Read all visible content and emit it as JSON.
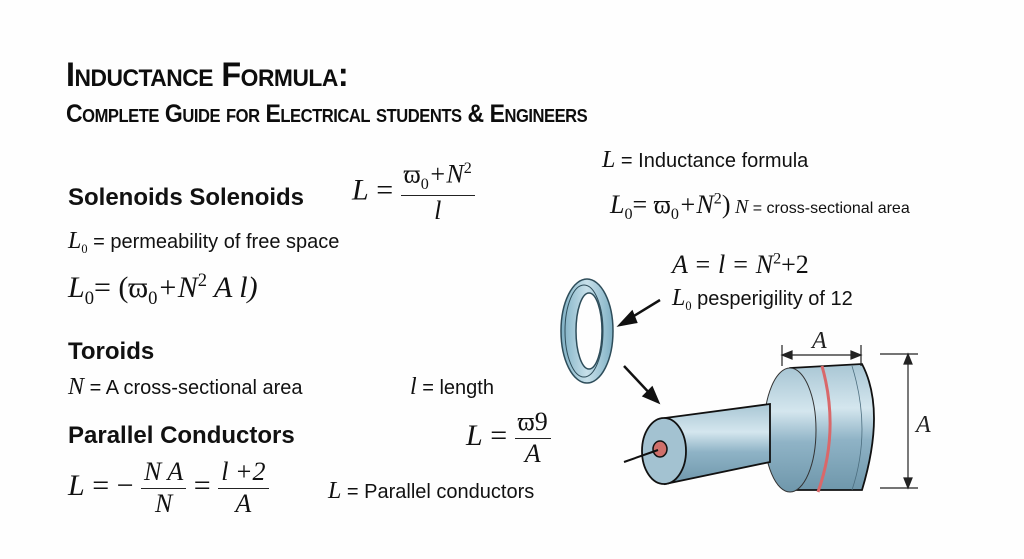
{
  "header": {
    "title": "Inductance Formula:",
    "subtitle": "Complete Guide for Electrical students & Engineers"
  },
  "solenoids": {
    "heading": "Solenoids Solenoids",
    "formula": {
      "lhs": "L",
      "eq": "=",
      "num_sym": "ϖ",
      "num_sub": "0",
      "num_rest": "+N",
      "num_sup": "2",
      "den": "l"
    },
    "def1": {
      "sym": "L",
      "sub": "0",
      "text": "= permeability of free space"
    },
    "formula2": {
      "sym": "L",
      "sub": "0",
      "eq": "= (",
      "p_sym": "ϖ",
      "p_sub": "0",
      "p_rest": "+N",
      "p_sup": "2",
      "tail": " A  l)"
    }
  },
  "toroids": {
    "heading": "Toroids",
    "def1": {
      "sym": "N",
      "text": "= A cross-sectional area"
    },
    "def2": {
      "sym": "l",
      "text": "= length"
    }
  },
  "parallel": {
    "heading": "Parallel Conductors",
    "formula_right": {
      "lhs": "L",
      "eq": "=",
      "num": "ϖ9",
      "den": "A"
    },
    "formula": {
      "lhs": "L",
      "eq1": "= −",
      "f1_num": "N  A",
      "f1_den": "N",
      "eq2": "=",
      "f2_num": "l +2",
      "f2_den": "A"
    },
    "def": {
      "sym": "L",
      "text": "= Parallel conductors"
    }
  },
  "right_panel": {
    "line1": {
      "sym": "L",
      "text": "= Inductance formula"
    },
    "line2": {
      "sym": "L",
      "sub": "0",
      "eq": "= ",
      "p_sym": "ϖ",
      "p_sub": "0",
      "p_rest": "+N",
      "p_sup": "2",
      "close": ")",
      "sym2": "N",
      "text": "= cross-sectional area"
    },
    "line3": {
      "text": "A = l = N",
      "sup": "2",
      "tail": "+2"
    },
    "line4": {
      "sym": "L",
      "sub": "0",
      "text": " pesperigility of 12"
    }
  },
  "diagram": {
    "label_top": "A",
    "label_right": "A",
    "colors": {
      "metal": "#8fb3c6",
      "metal_dark": "#5e8497",
      "stripe": "#d9686a",
      "core": "#cf6f6a"
    }
  }
}
